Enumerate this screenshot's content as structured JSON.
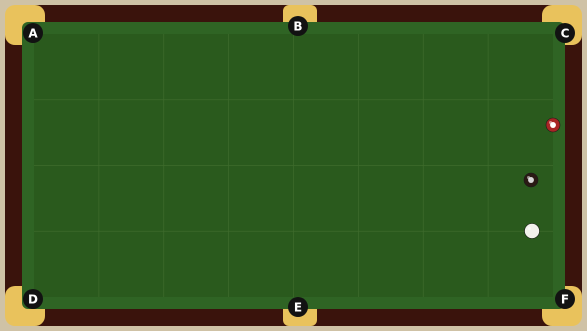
{
  "table": {
    "cloth_color": "#2a5a1d",
    "cushion_color": "#2f6424",
    "rail_color": "#3a130c",
    "corner_color": "#e9c25c",
    "grid_columns": 8,
    "grid_rows": 4,
    "pockets": [
      {
        "id": "A",
        "label": "A"
      },
      {
        "id": "B",
        "label": "B"
      },
      {
        "id": "C",
        "label": "C"
      },
      {
        "id": "D",
        "label": "D"
      },
      {
        "id": "E",
        "label": "E"
      },
      {
        "id": "F",
        "label": "F"
      }
    ],
    "balls": [
      {
        "id": "red-ball",
        "color": "#a82525",
        "stripe_color": "#ffffff"
      },
      {
        "id": "black-ball",
        "color": "#2a1a14",
        "stripe_color": "#d8d8d8"
      },
      {
        "id": "cue-ball",
        "color": "#f2f2ec"
      }
    ]
  }
}
